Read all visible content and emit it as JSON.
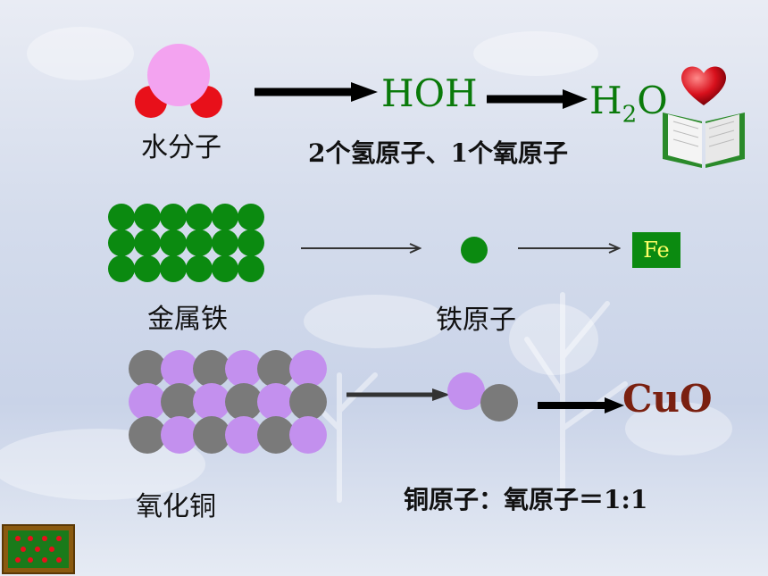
{
  "water_row": {
    "label": "水分子",
    "formula_1": "HOH",
    "formula_2_main": "H",
    "formula_2_sub": "2",
    "formula_2_tail": "O",
    "composition": "2个氢原子、1个氧原子"
  },
  "iron_row": {
    "label": "金属铁",
    "atom_label": "铁原子",
    "symbol": "Fe"
  },
  "copper_oxide_row": {
    "label": "氧化铜",
    "formula": "CuO",
    "ratio": "铜原子：氧原子＝1:1"
  },
  "colors": {
    "oxygen_pink": "#f3a3f0",
    "hydrogen_red": "#e8101a",
    "iron_green": "#0b8a10",
    "copper_gray": "#7a7a7a",
    "oxygen_purple": "#c390ee",
    "formula_green": "#0a7a0a",
    "heart_red": "#d8101c",
    "book_green": "#2a8a2a"
  }
}
